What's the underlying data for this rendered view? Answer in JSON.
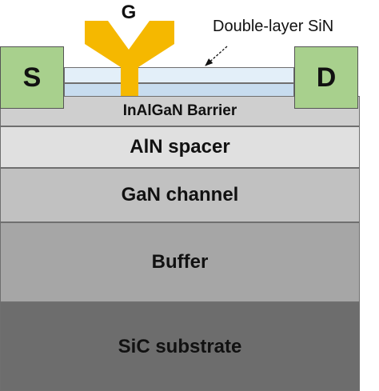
{
  "labels": {
    "gate": "G",
    "source": "S",
    "drain": "D",
    "double_layer": "Double-layer SiN"
  },
  "layers": {
    "barrier": "InAlGaN Barrier",
    "spacer": "AlN spacer",
    "channel": "GaN channel",
    "buffer": "Buffer",
    "substrate": "SiC substrate"
  },
  "colors": {
    "gate_metal": "#f5b800",
    "contact": "#a8d08d",
    "sin_upper": "#e3eff9",
    "sin_lower": "#c7dcef"
  }
}
